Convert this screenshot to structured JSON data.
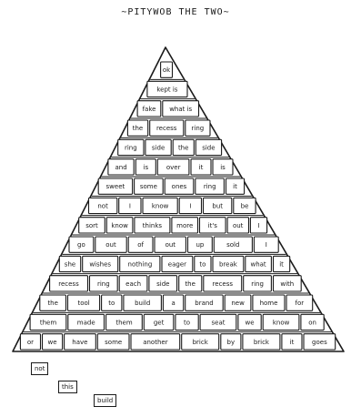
{
  "title": "~PITYWOB THE TWO~",
  "pyramid_rows": [
    [
      "ok"
    ],
    [
      "kept is"
    ],
    [
      "fake",
      "what is"
    ],
    [
      "the",
      "recess",
      "ring"
    ],
    [
      "ring",
      "side",
      "the",
      "side"
    ],
    [
      "and",
      "is",
      "over",
      "it",
      "is"
    ],
    [
      "sweet",
      "some",
      "ones",
      "ring",
      "it"
    ],
    [
      "not",
      "I",
      "know",
      "I",
      "but",
      "be"
    ],
    [
      "sort",
      "know",
      "thinks",
      "more",
      "it's",
      "out",
      "I"
    ],
    [
      "go",
      "out",
      "of",
      "out",
      "up",
      "sold",
      "I"
    ],
    [
      "she",
      "wishes",
      "nothing",
      "eager",
      "to",
      "break",
      "what",
      "it"
    ],
    [
      "recess",
      "ring",
      "each",
      "side",
      "the",
      "recess",
      "ring",
      "with"
    ],
    [
      "the",
      "tool",
      "to",
      "build",
      "a",
      "brand",
      "new",
      "home",
      "for"
    ],
    [
      "them",
      "made",
      "them",
      "get",
      "to",
      "seat",
      "we",
      "know",
      "on"
    ],
    [
      "or",
      "we",
      "have",
      "some",
      "another",
      "brick",
      "by",
      "brick",
      "it",
      "goes"
    ]
  ],
  "tail_words": [
    "not",
    "this",
    "build"
  ]
}
